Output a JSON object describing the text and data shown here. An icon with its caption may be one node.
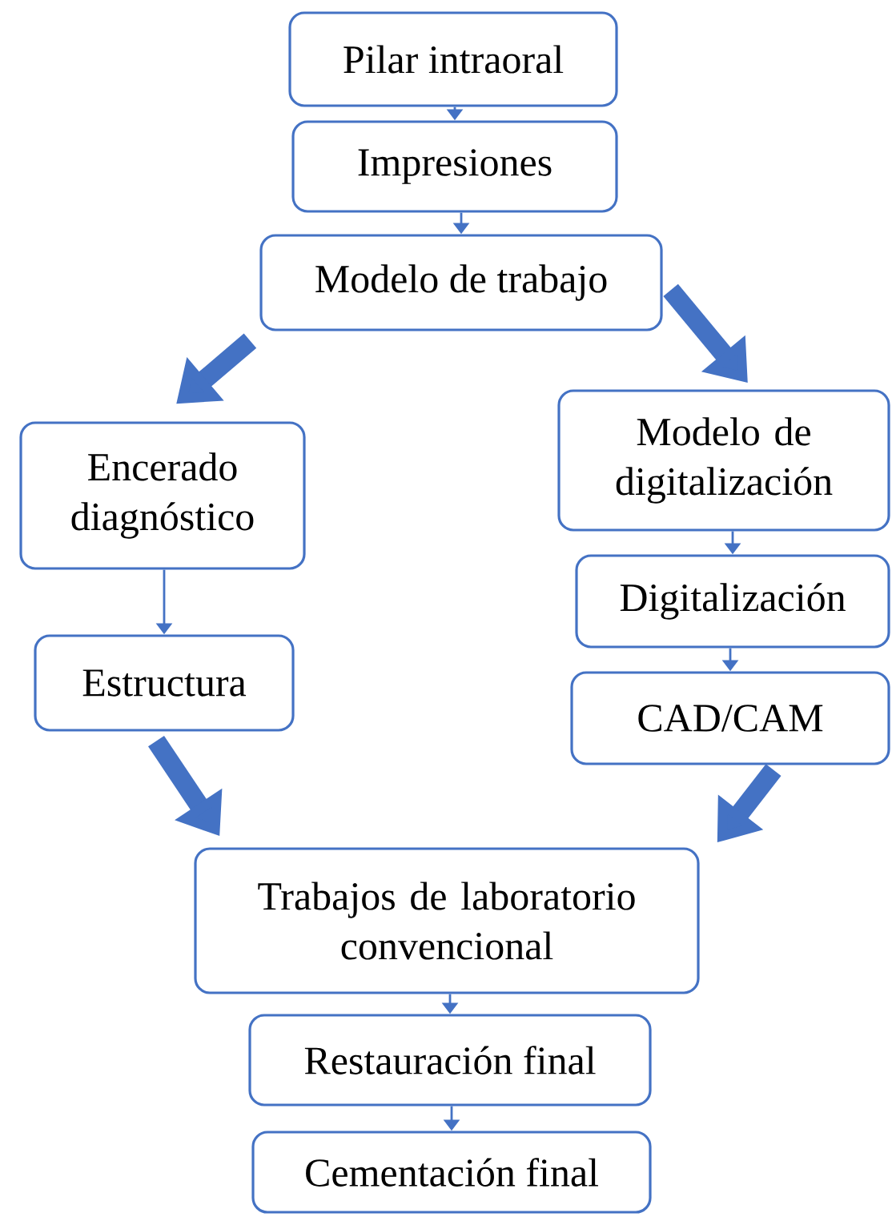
{
  "diagram": {
    "nodes": [
      {
        "text": [
          "Pilar intraoral"
        ]
      },
      {
        "text": [
          "Impresiones"
        ]
      },
      {
        "text": [
          "Modelo de trabajo"
        ]
      },
      {
        "text": [
          "Encerado diagnóstico"
        ]
      },
      {
        "text": [
          "Modelo de digitalización"
        ]
      },
      {
        "text": [
          "Estructura"
        ]
      },
      {
        "text": [
          "Digitalización"
        ]
      },
      {
        "text": [
          "CAD/CAM"
        ]
      },
      {
        "text": [
          "Trabajos de laboratorio convencional"
        ]
      },
      {
        "text": [
          "Restauración final"
        ]
      },
      {
        "text": [
          "Cementación final"
        ]
      }
    ],
    "edges": [
      {
        "from": 0,
        "to": 1,
        "arrow": "to"
      },
      {
        "from": 1,
        "to": 2,
        "arrow": "to"
      },
      {
        "from": 2,
        "to": 3,
        "arrow": "to",
        "style": "thick"
      },
      {
        "from": 2,
        "to": 4,
        "arrow": "to",
        "style": "thick"
      },
      {
        "from": 3,
        "to": 5,
        "arrow": "to"
      },
      {
        "from": 4,
        "to": 6,
        "arrow": "to"
      },
      {
        "from": 6,
        "to": 7,
        "arrow": "to"
      },
      {
        "from": 5,
        "to": 8,
        "arrow": "to",
        "style": "thick"
      },
      {
        "from": 7,
        "to": 8,
        "arrow": "to",
        "style": "thick"
      },
      {
        "from": 8,
        "to": 9,
        "arrow": "to"
      },
      {
        "from": 9,
        "to": 10,
        "arrow": "to"
      }
    ]
  }
}
